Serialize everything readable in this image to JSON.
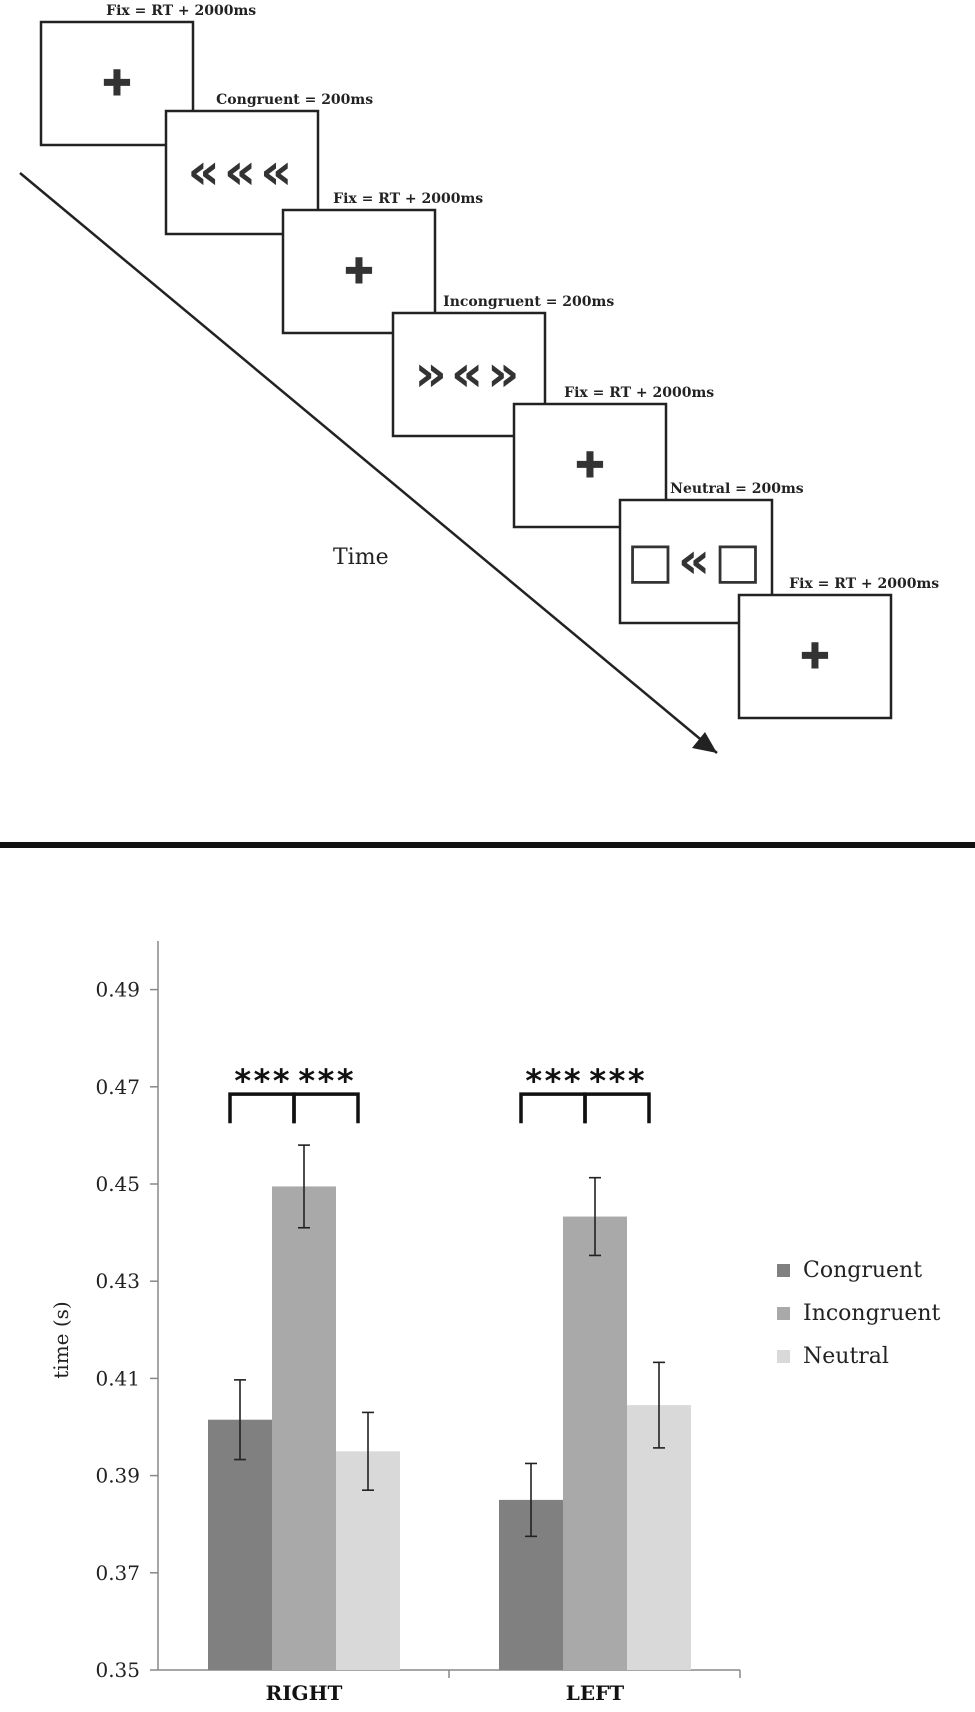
{
  "paradigm": {
    "time_label": "Time",
    "screens": [
      {
        "label": "Fix = RT + 2000ms",
        "stimulus": "✚"
      },
      {
        "label": "Congruent = 200ms",
        "stimulus": "«««"
      },
      {
        "label": "Fix = RT + 2000ms",
        "stimulus": "✚"
      },
      {
        "label": "Incongruent = 200ms",
        "stimulus": "»«»"
      },
      {
        "label": "Fix = RT + 2000ms",
        "stimulus": "✚"
      },
      {
        "label": "Neutral = 200ms",
        "stimulus": "□«□"
      },
      {
        "label": "Fix = RT + 2000ms",
        "stimulus": "✚"
      }
    ]
  },
  "chart_data": {
    "type": "bar",
    "ylabel": "time (s)",
    "ylim": [
      0.35,
      0.5
    ],
    "yticks": [
      "0.35",
      "0.37",
      "0.39",
      "0.41",
      "0.43",
      "0.45",
      "0.47",
      "0.49"
    ],
    "categories": [
      "RIGHT",
      "LEFT"
    ],
    "series": [
      {
        "name": "Congruent",
        "color": "#808080",
        "values": [
          0.4015,
          0.385
        ],
        "errors": [
          0.0082,
          0.0075
        ]
      },
      {
        "name": "Incongruent",
        "color": "#a9a9a9",
        "values": [
          0.4495,
          0.4433
        ],
        "errors": [
          0.0085,
          0.008
        ]
      },
      {
        "name": "Neutral",
        "color": "#d9d9d9",
        "values": [
          0.395,
          0.4045
        ],
        "errors": [
          0.008,
          0.0088
        ]
      }
    ],
    "significance": [
      {
        "category": "RIGHT",
        "pair": [
          "Congruent",
          "Incongruent"
        ],
        "label": "***"
      },
      {
        "category": "RIGHT",
        "pair": [
          "Incongruent",
          "Neutral"
        ],
        "label": "***"
      },
      {
        "category": "LEFT",
        "pair": [
          "Congruent",
          "Incongruent"
        ],
        "label": "***"
      },
      {
        "category": "LEFT",
        "pair": [
          "Incongruent",
          "Neutral"
        ],
        "label": "***"
      }
    ],
    "legend_position": "right",
    "grid": false
  }
}
